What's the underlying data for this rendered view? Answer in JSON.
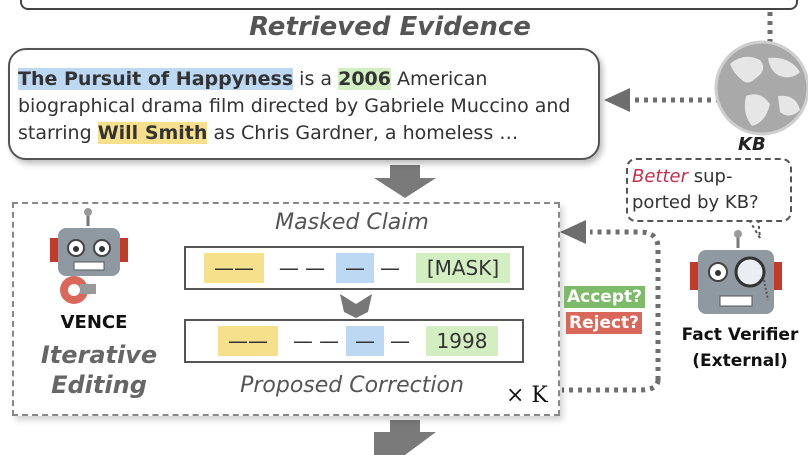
{
  "diagram": {
    "title": "Retrieved Evidence",
    "evidence": {
      "part1": "The Pursuit of Happyness",
      "part2": " is a ",
      "part3": "2006",
      "part4": " American biographical drama film directed by Gabriele Muccino and starring ",
      "part5": "Will Smith",
      "part6": " as Chris Gardner, a homeless …"
    },
    "kb_label": "KB",
    "bubble_red": "Better",
    "bubble_rest": " sup-ported by KB?",
    "masked_claim_label": "Masked Claim",
    "proposed_label": "Proposed Correction",
    "times_k": "× K",
    "vence_label": "VENCE",
    "iterative_label": "Iterative Editing",
    "accept": "Accept?",
    "reject": "Reject?",
    "fact_verifier": "Fact Verifier",
    "external": "(External)",
    "masked_row": [
      "——",
      "— —",
      "—",
      "—",
      "[MASK]"
    ],
    "proposed_row": [
      "——",
      "— —",
      "—",
      "—",
      "1998"
    ],
    "colors": {
      "blue_highlight": "#bcd8f3",
      "green_highlight": "#d3efc2",
      "yellow_highlight": "#f7e08c",
      "accept_green": "#7dbb6a",
      "reject_red": "#d9685a",
      "better_red": "#c4314b",
      "arrow_gray": "#6e6e6e"
    },
    "icons": [
      "globe-icon",
      "robot-vence-icon",
      "robot-verifier-icon",
      "magnifier-icon"
    ]
  }
}
